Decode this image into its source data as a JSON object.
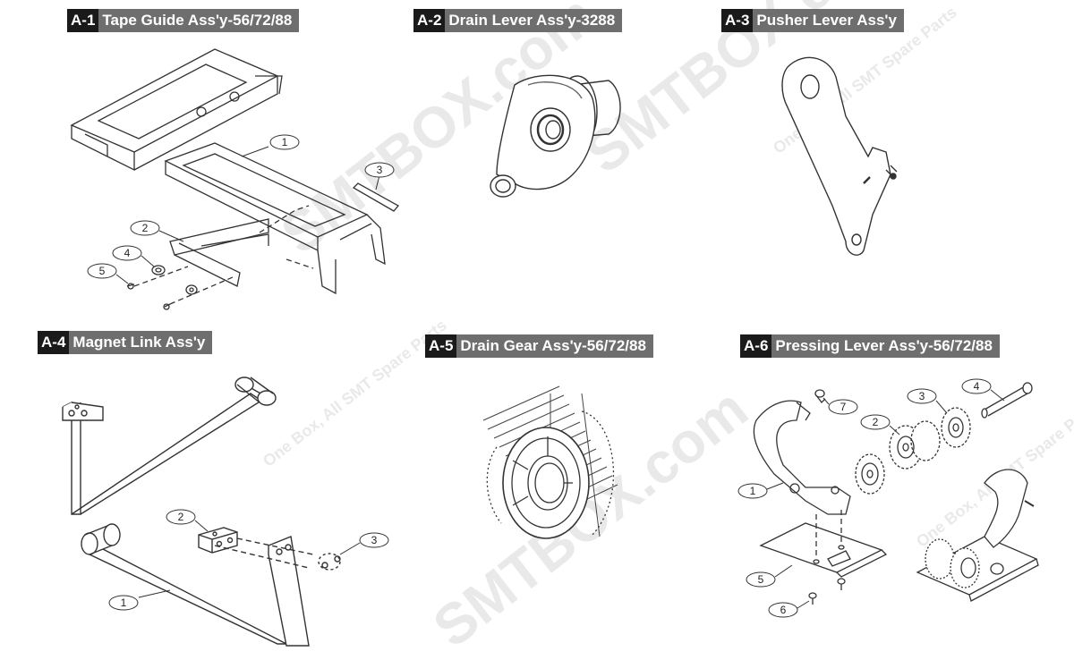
{
  "watermark": {
    "brand": "SMTBOX.com",
    "tagline": "One Box, All SMT Spare Parts"
  },
  "panels": [
    {
      "code": "A-1",
      "title": "Tape Guide Ass'y-56/72/88",
      "callouts": [
        "1",
        "2",
        "3",
        "4",
        "5"
      ]
    },
    {
      "code": "A-2",
      "title": "Drain Lever Ass'y-3288",
      "callouts": []
    },
    {
      "code": "A-3",
      "title": "Pusher Lever Ass'y",
      "callouts": []
    },
    {
      "code": "A-4",
      "title": "Magnet Link Ass'y",
      "callouts": [
        "1",
        "2",
        "3"
      ]
    },
    {
      "code": "A-5",
      "title": "Drain Gear Ass'y-56/72/88",
      "callouts": []
    },
    {
      "code": "A-6",
      "title": "Pressing Lever Ass'y-56/72/88",
      "callouts": [
        "1",
        "2",
        "3",
        "4",
        "5",
        "6",
        "7"
      ]
    }
  ]
}
